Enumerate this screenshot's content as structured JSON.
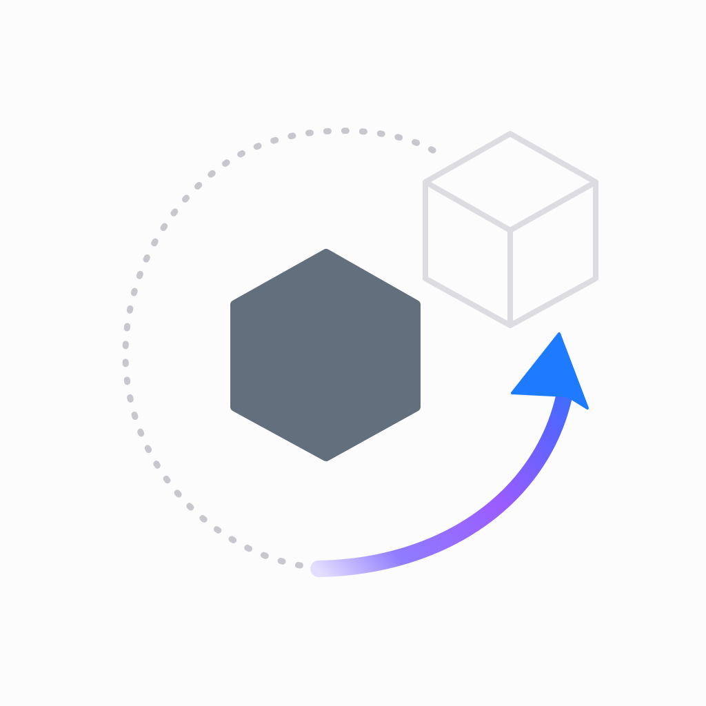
{
  "diagram": {
    "elements": [
      {
        "role": "solid-hexagon",
        "color": "#636f7c"
      },
      {
        "role": "outline-cube",
        "color": "#dcdce1"
      },
      {
        "role": "dotted-orbit-path",
        "color": "#c7c7cd"
      },
      {
        "role": "curved-transform-arrow",
        "gradient_colors": [
          "#e3ddff",
          "#9b5cff",
          "#5b63ff",
          "#1e7bff"
        ]
      }
    ]
  }
}
